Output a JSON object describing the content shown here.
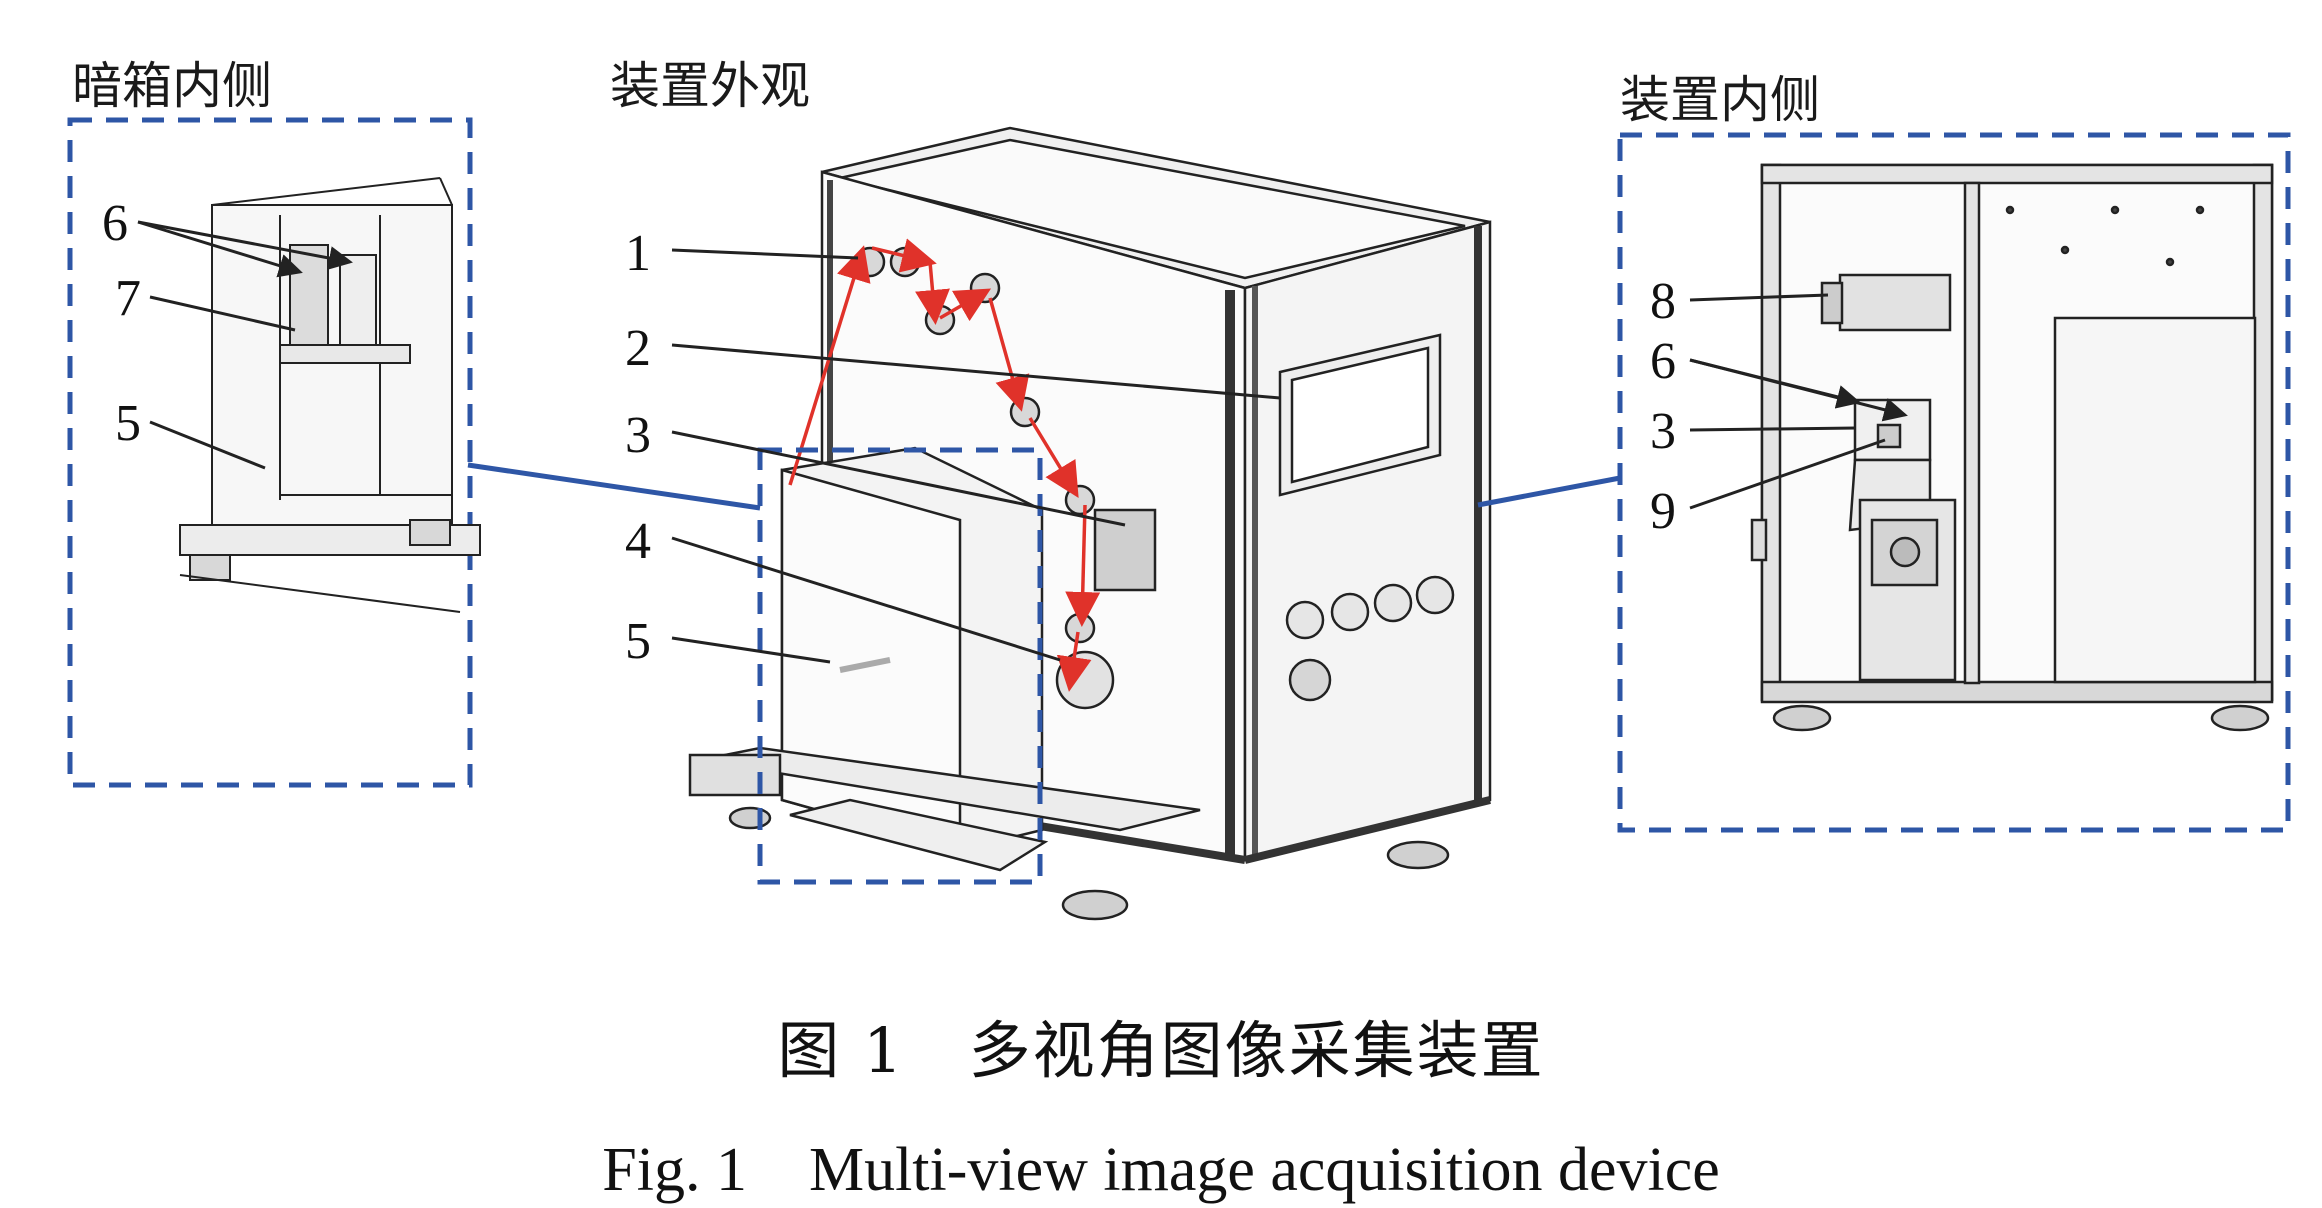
{
  "panels": {
    "left_title": "暗箱内侧",
    "center_title": "装置外观",
    "right_title": "装置内侧"
  },
  "callouts": {
    "c1": "1",
    "c2": "2",
    "c3": "3",
    "c4": "4",
    "c5": "5",
    "l6": "6",
    "l7": "7",
    "l5": "5",
    "r8": "8",
    "r6": "6",
    "r3": "3",
    "r9": "9"
  },
  "caption": {
    "cn": "图 1　多视角图像采集装置",
    "en": "Fig. 1　Multi-view image acquisition device"
  },
  "colors": {
    "dash_blue": "#2e56a6",
    "arrow_red": "#e0322a",
    "line": "#222222"
  }
}
